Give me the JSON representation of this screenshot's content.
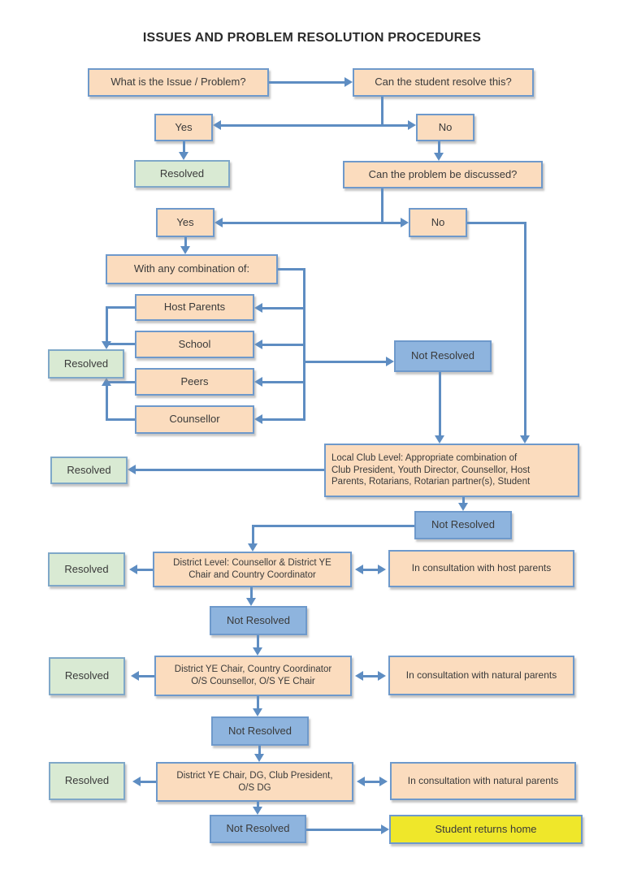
{
  "title": "ISSUES AND PROBLEM RESOLUTION PROCEDURES",
  "colors": {
    "box_fill_peach": "#FBDCBE",
    "box_fill_green": "#D9EAD3",
    "box_fill_blue": "#8EB4DE",
    "box_fill_yellow": "#EFE72A",
    "box_border_blue": "#6E99CB",
    "connector_blue": "#5E8DC2",
    "text": "#3A3A3A"
  },
  "nodes": {
    "what_is_issue": "What is the Issue / Problem?",
    "can_student_resolve": "Can the student resolve this?",
    "yes_1": "Yes",
    "no_1": "No",
    "resolved_1": "Resolved",
    "can_problem_be_discussed": "Can the problem be discussed?",
    "yes_2": "Yes",
    "no_2": "No",
    "with_any_combination": "With any combination of:",
    "host_parents": "Host Parents",
    "school": "School",
    "peers": "Peers",
    "counsellor": "Counsellor",
    "resolved_2": "Resolved",
    "not_resolved_1": "Not Resolved",
    "local_club_level": "Local Club Level: Appropriate combination of\nClub President, Youth Director, Counsellor, Host\nParents, Rotarians, Rotarian partner(s), Student",
    "resolved_3": "Resolved",
    "not_resolved_2": "Not Resolved",
    "district_level_1": "District Level: Counsellor & District YE\nChair and Country Coordinator",
    "resolved_4": "Resolved",
    "consult_host_parents": "In consultation with host parents",
    "not_resolved_3": "Not Resolved",
    "district_level_2": "District YE Chair, Country Coordinator\nO/S Counsellor, O/S YE Chair",
    "resolved_5": "Resolved",
    "consult_natural_parents_1": "In consultation with natural parents",
    "not_resolved_4": "Not Resolved",
    "district_level_3": "District YE Chair, DG, Club President,\nO/S DG",
    "resolved_6": "Resolved",
    "consult_natural_parents_2": "In consultation with natural parents",
    "not_resolved_5": "Not Resolved",
    "student_returns_home": "Student returns home"
  }
}
